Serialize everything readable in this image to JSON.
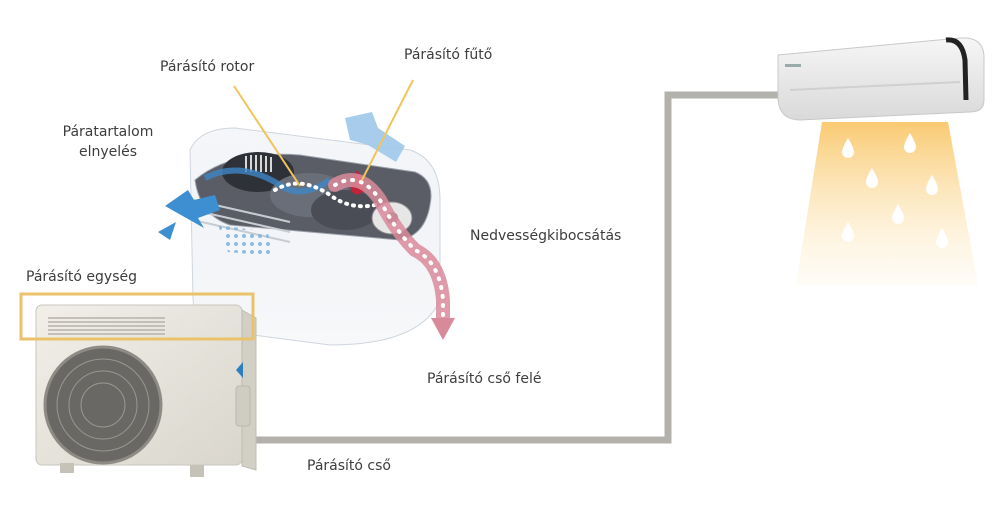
{
  "labels": {
    "rotor": "Párásító rotor",
    "heater": "Párásító fűtő",
    "absorption_line1": "Páratartalom",
    "absorption_line2": "elnyelés",
    "unit": "Párásító egység",
    "release": "Nedvességkibocsátás",
    "to_pipe": "Párásító cső felé",
    "pipe": "Párásító cső"
  },
  "colors": {
    "pipe": "#b3b1ab",
    "highlight": "#eac26a",
    "leader": "#f0c45a",
    "airflow_blue": "#5aa2d8",
    "moisture_pink": "#d98a9a",
    "warm_glow": "#fbd98c"
  }
}
